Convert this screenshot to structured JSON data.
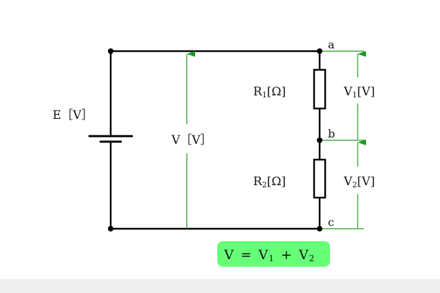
{
  "colors": {
    "wire": "#000000",
    "measure": "#1a9a1a",
    "formula_bg": "#66ff77",
    "background": "#ffffff"
  },
  "labels": {
    "source": "E［V］",
    "total_voltage": "V［V］",
    "r1_main": "R",
    "r1_sub": "1",
    "r1_unit": "[Ω]",
    "r2_main": "R",
    "r2_sub": "2",
    "r2_unit": "[Ω]",
    "v1_main": "V",
    "v1_sub": "1",
    "v1_unit": "[V]",
    "v2_main": "V",
    "v2_sub": "2",
    "v2_unit": "[V]",
    "node_a": "a",
    "node_b": "b",
    "node_c": "c"
  },
  "formula": {
    "lhs": "V",
    "eq": "=",
    "t1_main": "V",
    "t1_sub": "1",
    "plus": "+",
    "t2_main": "V",
    "t2_sub": "2"
  }
}
